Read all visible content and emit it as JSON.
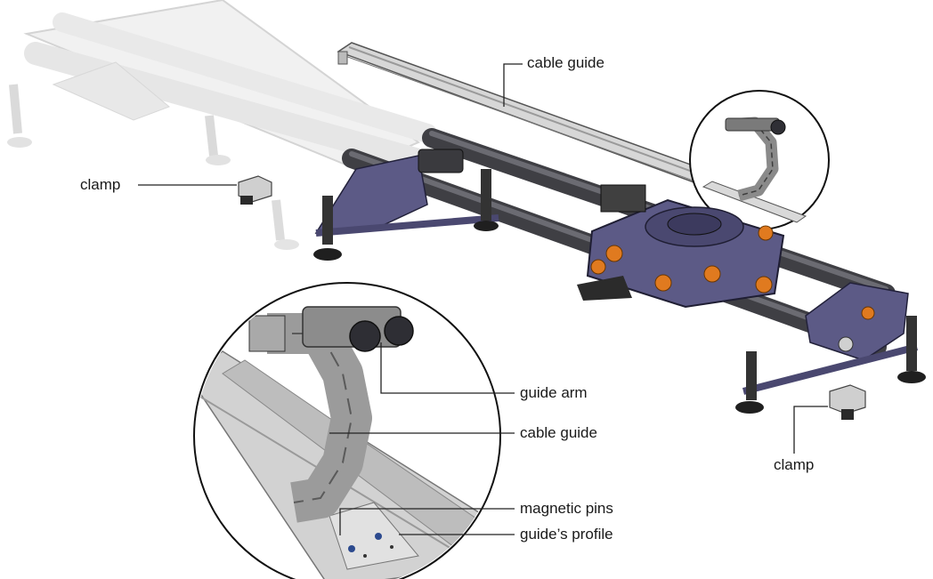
{
  "labels": {
    "cable_guide_top": "cable guide",
    "clamp_left": "clamp",
    "guide_arm": "guide arm",
    "cable_guide_detail": "cable guide",
    "clamp_right": "clamp",
    "magnetic_pins": "magnetic pins",
    "guides_profile": "guide’s profile"
  },
  "colors": {
    "frame_purple": "#5c5a86",
    "rod_gray": "#4a4a4e",
    "accent_orange": "#e07a1f",
    "ghost_gray": "#d9d9d9",
    "profile_gray": "#c9c9c9",
    "leader_line": "#222222"
  },
  "icons": {
    "main": "camera-slider-assembly",
    "detail": "cable-chain-detail-magnifier"
  }
}
